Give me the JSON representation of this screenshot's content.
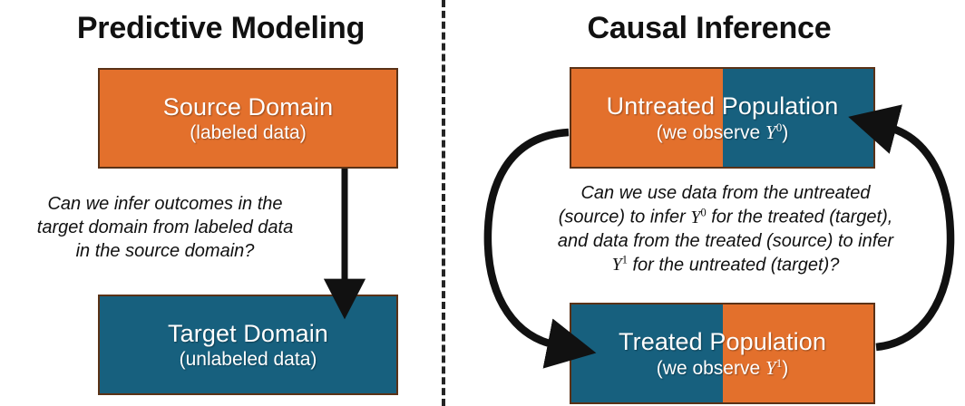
{
  "panels": {
    "left": {
      "title": "Predictive Modeling",
      "boxes": [
        {
          "name": "source",
          "title": "Source Domain",
          "subtitle": "(labeled data)",
          "fill": "orange"
        },
        {
          "name": "target",
          "title": "Target Domain",
          "subtitle": "(unlabeled data)",
          "fill": "blue"
        }
      ],
      "caption_lines": [
        "Can we infer outcomes in the",
        "target domain from labeled data",
        "in the source domain?"
      ],
      "caption_full": "Can we infer outcomes in the target domain from labeled data in the source domain?"
    },
    "right": {
      "title": "Causal Inference",
      "boxes": [
        {
          "name": "untreated",
          "title": "Untreated Population",
          "subtitle_prefix": "(we observe ",
          "subtitle_symbol": "Y",
          "subtitle_superscript": "0",
          "subtitle_suffix": ")",
          "subtitle_full": "(we observe Y⁰)",
          "left_half_fill": "orange",
          "right_half_fill": "blue"
        },
        {
          "name": "treated",
          "title": "Treated Population",
          "subtitle_prefix": "(we observe ",
          "subtitle_symbol": "Y",
          "subtitle_superscript": "1",
          "subtitle_suffix": ")",
          "subtitle_full": "(we observe Y¹)",
          "left_half_fill": "blue",
          "right_half_fill": "orange"
        }
      ],
      "caption_line1": "Can we use data from the untreated",
      "caption_line2a": "(source) to infer ",
      "caption_line2_sym": "Y",
      "caption_line2_sup": "0",
      "caption_line2b": " for the treated (target),",
      "caption_line3": "and data from the treated (source) to infer",
      "caption_line4_sym": "Y",
      "caption_line4_sup": "1",
      "caption_line4b": " for the untreated (target)?",
      "caption_full": "Can we use data from the untreated (source) to infer Y⁰ for the treated (target), and data from the treated (source) to infer Y¹ for the untreated (target)?"
    }
  },
  "colors": {
    "orange": "#E3702C",
    "blue": "#17607E",
    "stroke": "#111111",
    "box_border": "#5A3217",
    "background": "#FFFFFF",
    "text_on_fill": "#FFFFFF"
  },
  "connectors": [
    {
      "name": "down-arrow",
      "from": "source",
      "to": "target",
      "style": "straight",
      "direction": "down"
    },
    {
      "name": "left-arc-arrow",
      "from": "untreated",
      "to": "treated",
      "style": "arc",
      "direction": "counterclockwise-left"
    },
    {
      "name": "right-arc-arrow",
      "from": "treated",
      "to": "untreated",
      "style": "arc",
      "direction": "counterclockwise-right"
    }
  ],
  "divider": {
    "name": "panel-divider",
    "style": "dashed-vertical"
  }
}
